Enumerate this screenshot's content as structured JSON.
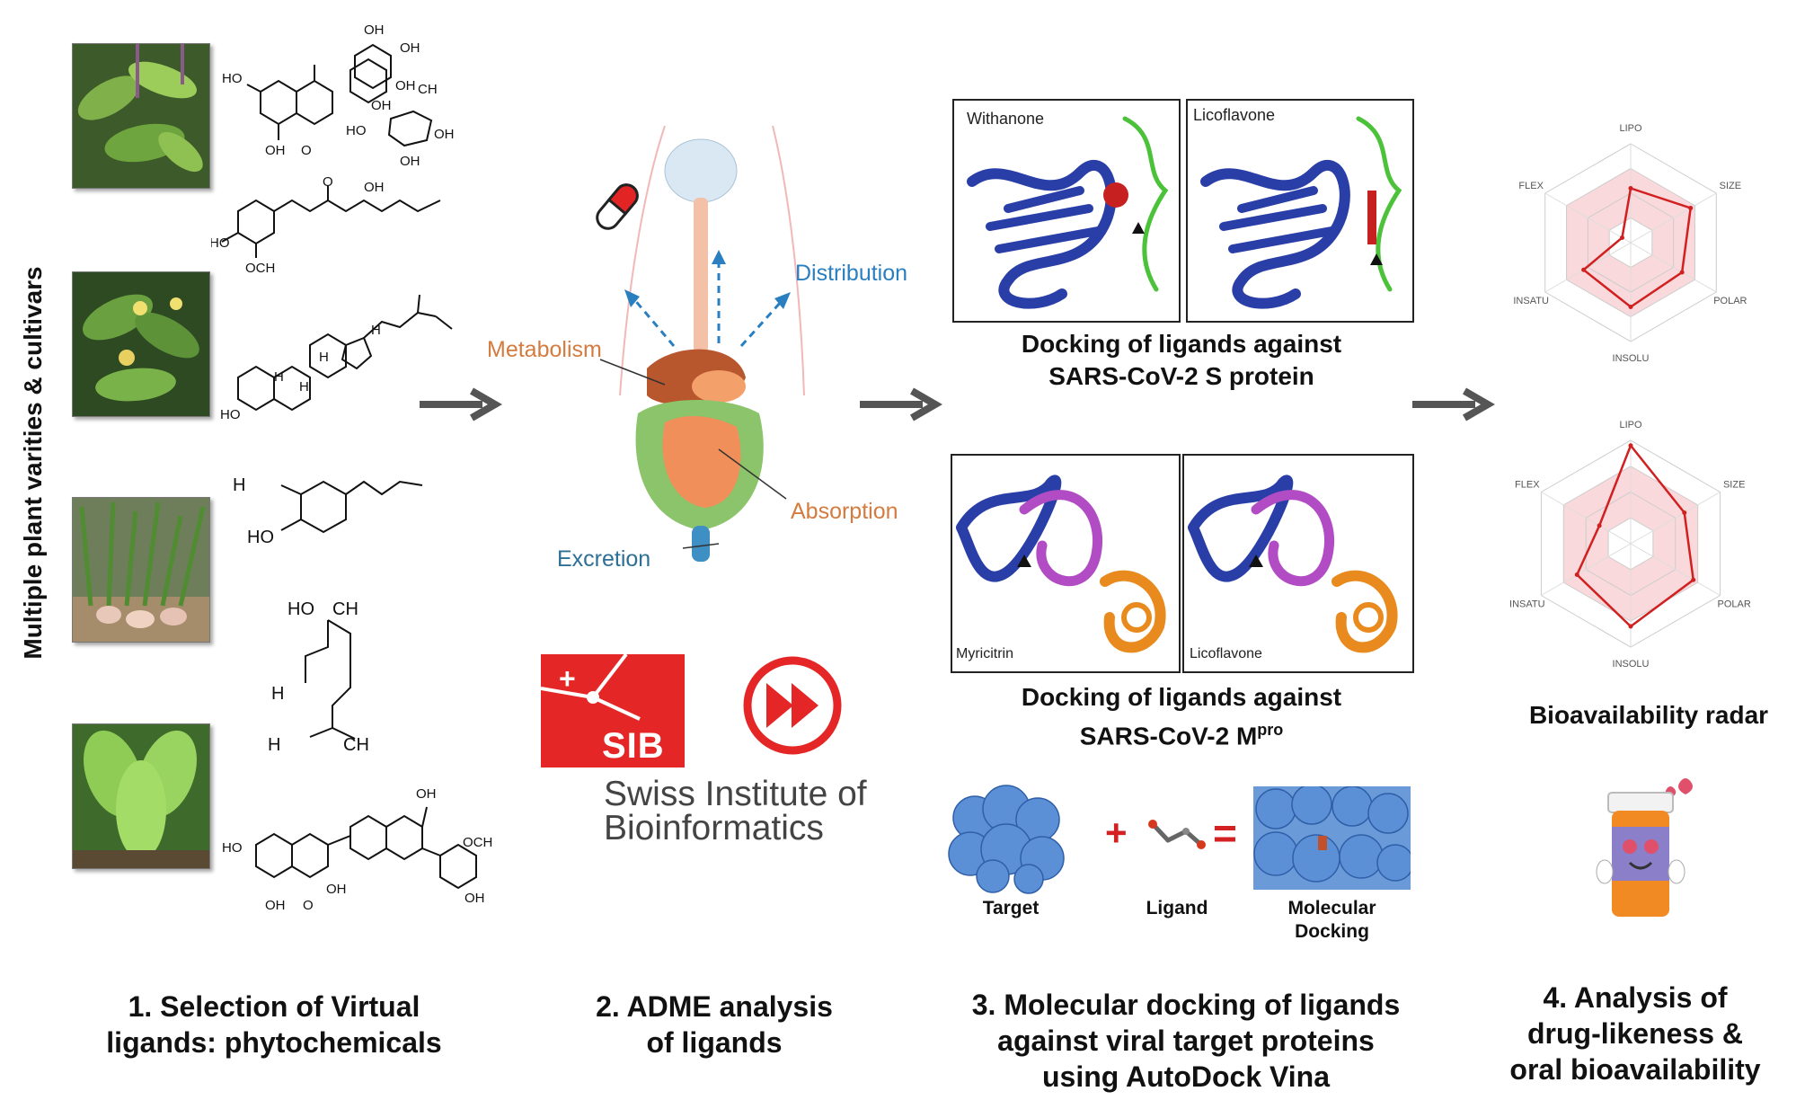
{
  "sidebar_label": "Multiple  plant varities & cultivars",
  "step1": {
    "line1": "1. Selection of Virtual",
    "line2": "ligands: phytochemicals"
  },
  "step2": {
    "line1": "2. ADME analysis",
    "line2": "of ligands"
  },
  "step3": {
    "line1": "3. Molecular docking of ligands",
    "line2": "against viral target proteins",
    "line3": "using AutoDock Vina"
  },
  "step4": {
    "line1": "4. Analysis of",
    "line2": "drug-likeness &",
    "line3": "oral bioavailability"
  },
  "adme": {
    "distribution": "Distribution",
    "metabolism": "Metabolism",
    "absorption": "Absorption",
    "excretion": "Excretion"
  },
  "sib": {
    "badge": "SIB",
    "line1": "Swiss Institute of",
    "line2": "Bioinformatics"
  },
  "docking_s": {
    "title1": "Docking of ligands against",
    "title2": "SARS-CoV-2 S protein",
    "panel1": "Withanone",
    "panel2": "Licoflavone"
  },
  "docking_m": {
    "title1": "Docking of ligands against",
    "title2": "SARS-CoV-2 M",
    "title2_sup": "pro",
    "panel1": "Myricitrin",
    "panel2": "Licoflavone"
  },
  "docking_eq": {
    "target": "Target",
    "ligand": "Ligand",
    "docking1": "Molecular",
    "docking2": "Docking",
    "plus": "+",
    "equals": "="
  },
  "radar": {
    "title": "Bioavailability radar",
    "axes": [
      "LIPO",
      "SIZE",
      "POLAR",
      "INSOLU",
      "INSATU",
      "FLEX"
    ],
    "radar1_values": [
      0.55,
      0.7,
      0.6,
      0.65,
      0.55,
      0.1
    ],
    "radar2_values": [
      0.95,
      0.6,
      0.7,
      0.8,
      0.6,
      0.35
    ]
  },
  "molecules": {
    "m1": {
      "oh1": "OH",
      "oh2": "OH",
      "oh3": "OH",
      "ho": "HO",
      "oh4": "OH",
      "o": "O",
      "oh5": "OH",
      "ch3": "CH",
      "ho2": "HO",
      "oh6": "OH",
      "oh7": "OH"
    },
    "m2": {
      "o": "O",
      "oh": "OH",
      "ho": "HO",
      "och3": "OCH"
    },
    "m3": {
      "ho": "HO",
      "h1": "H",
      "h2": "H",
      "h3": "H",
      "h4": "H"
    },
    "m4": {
      "h3co": "H",
      "ho": "HO"
    },
    "m5": {
      "ho": "HO",
      "ch3": "CH",
      "h2c": "H",
      "h3c": "H",
      "ch3b": "CH"
    },
    "m6": {
      "oh": "OH",
      "ho": "HO",
      "och3": "OCH",
      "oh2": "OH",
      "oh3": "OH",
      "o": "O",
      "oh4": "OH"
    }
  },
  "colors": {
    "arrow": "#555555",
    "distribution": "#2a7fc1",
    "metabolism": "#d47b3f",
    "absorption": "#d47b3f",
    "excretion": "#2e6f95",
    "sib_red": "#e42726",
    "radar_line": "#d02020",
    "radar_fill": "#f9d9dc",
    "protein_blue": "#2a3ea8",
    "protein_green": "#4cc23a",
    "protein_magenta": "#b24cc4",
    "protein_orange": "#e88a1d"
  }
}
